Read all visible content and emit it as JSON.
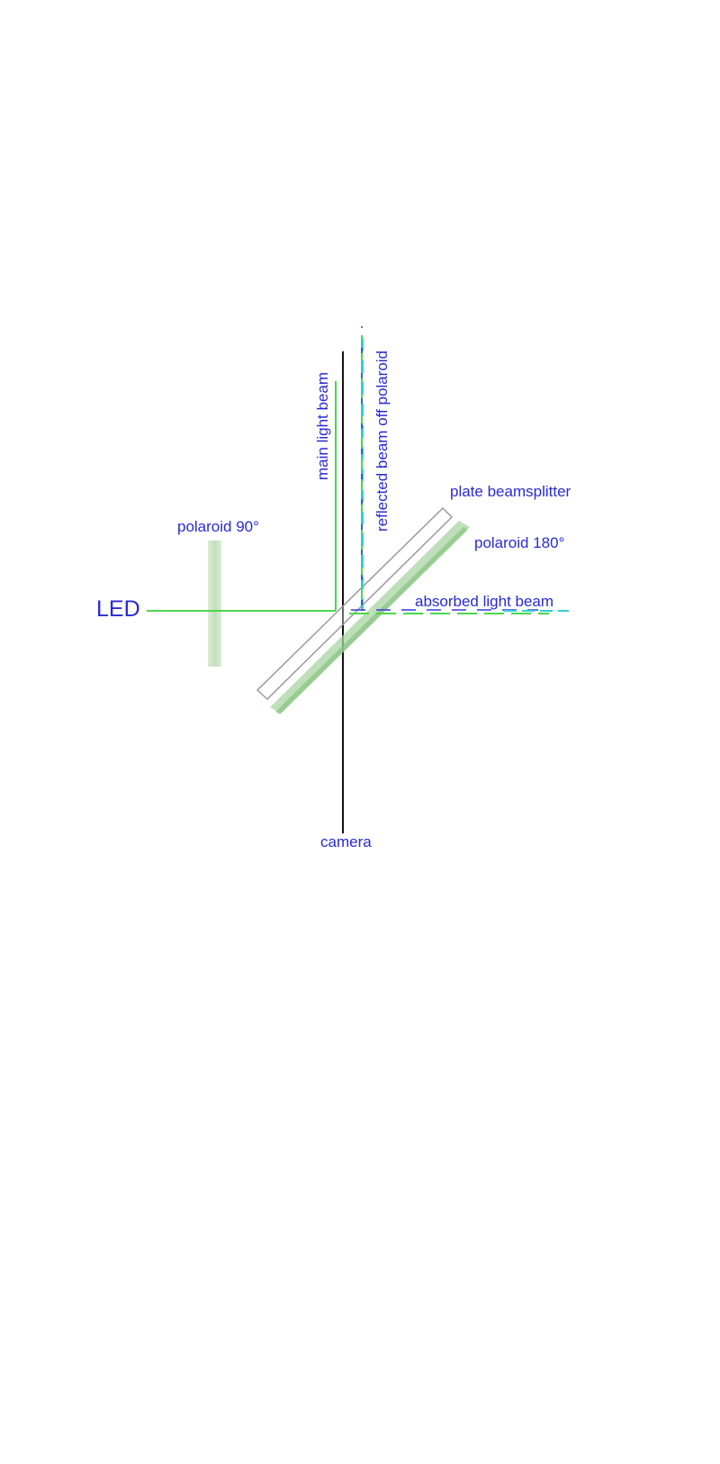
{
  "labels": {
    "led": "LED",
    "polaroid_90": "polaroid 90°",
    "main_light_beam": "main light beam",
    "reflected_beam": "reflected beam off polaroid",
    "plate_beamsplitter": "plate beamsplitter",
    "polaroid_180": "polaroid 180°",
    "absorbed_light_beam": "absorbed light beam",
    "camera": "camera"
  },
  "colors": {
    "label": "#2a2ad6",
    "beam_green": "#4cd64c",
    "beam_cyan": "#2fd0d0",
    "beam_blue": "#3a3ae0",
    "camera_axis": "#111111",
    "polaroid_fill": "#a9d3a3",
    "beamsplitter_outline": "#9a9a9a"
  }
}
